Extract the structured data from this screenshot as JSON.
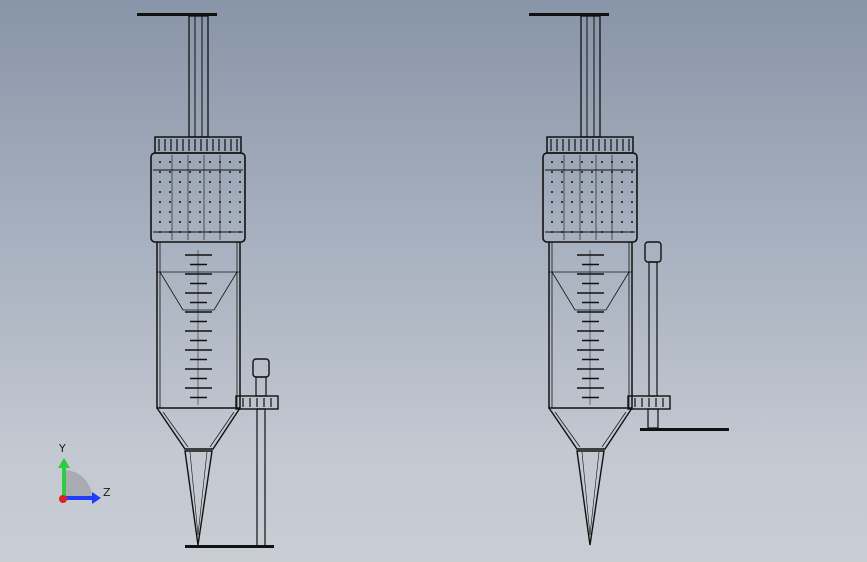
{
  "view": {
    "background_top": "#8895a8",
    "background_bottom": "#c9cdd4",
    "line_color": "#111111"
  },
  "triad": {
    "y_label": "Y",
    "z_label": "Z",
    "y_color": "#2ecc40",
    "z_color": "#1f3cff",
    "x_color": "#e02020"
  },
  "assemblies": [
    {
      "name": "left-syringe-assembly",
      "rod": "down"
    },
    {
      "name": "right-syringe-assembly",
      "rod": "up"
    }
  ]
}
